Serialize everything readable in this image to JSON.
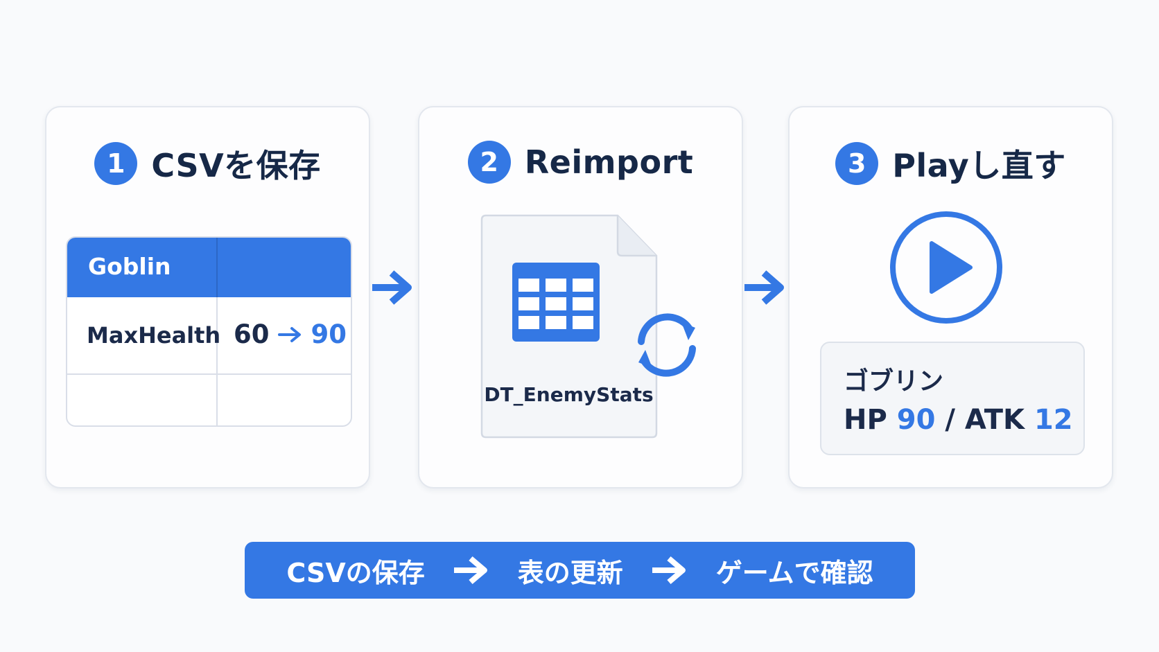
{
  "colors": {
    "accent": "#3478e4",
    "text": "#1b2a4a",
    "border": "#e3e7ee",
    "background": "#f9fafc"
  },
  "steps": [
    {
      "number": "1",
      "title": "CSVを保存"
    },
    {
      "number": "2",
      "title": "Reimport"
    },
    {
      "number": "3",
      "title": "Playし直す"
    }
  ],
  "csv_table": {
    "header": "Goblin",
    "row_label": "MaxHealth",
    "old_value": "60",
    "new_value": "90",
    "change_icon": "arrow-right-icon"
  },
  "reimport": {
    "file_name": "DT_EnemyStats",
    "file_icon": "document-icon",
    "table_icon": "table-grid-icon",
    "refresh_icon": "refresh-icon"
  },
  "play": {
    "icon": "play-circle-icon",
    "enemy_name": "ゴブリン",
    "hp_label": "HP",
    "hp_value": "90",
    "separator": "/",
    "atk_label": "ATK",
    "atk_value": "12"
  },
  "flow_banner": {
    "steps": [
      "CSVの保存",
      "表の更新",
      "ゲームで確認"
    ],
    "arrow_icon": "arrow-right-icon"
  }
}
